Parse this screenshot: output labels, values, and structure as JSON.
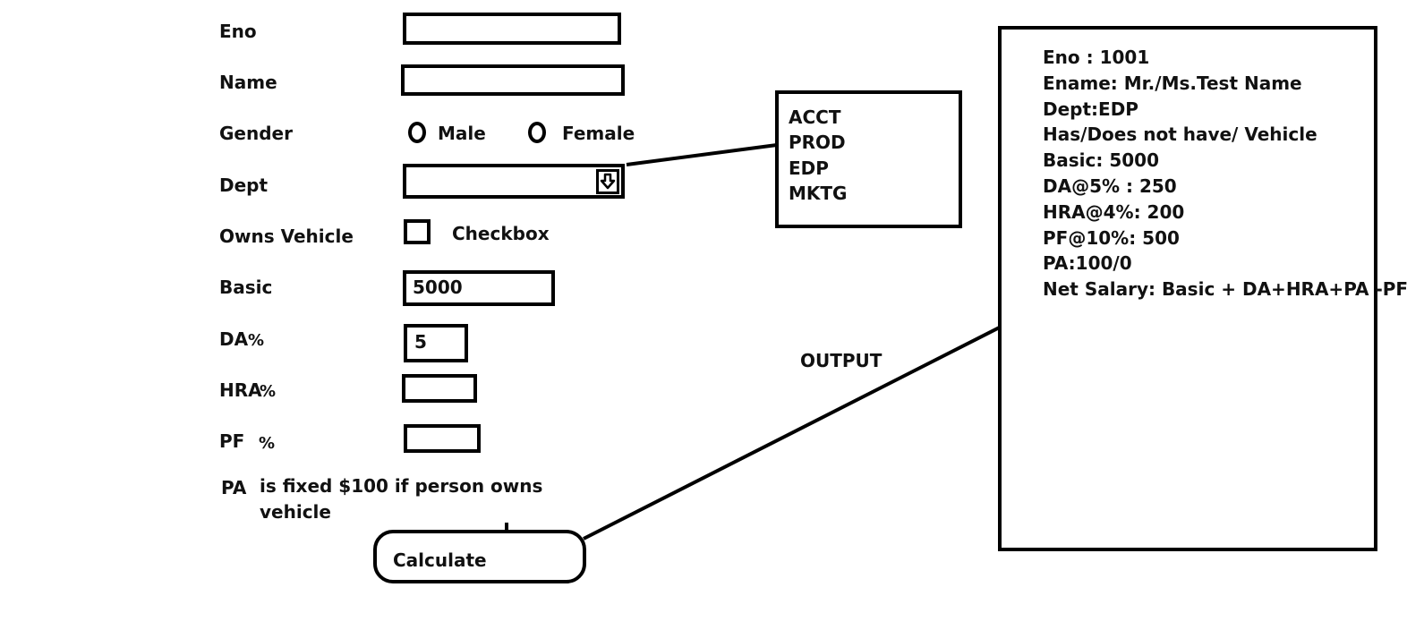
{
  "form": {
    "eno_label": "Eno",
    "name_label": "Name",
    "gender_label": "Gender",
    "gender_options": [
      "Male",
      "Female"
    ],
    "dept_label": "Dept",
    "owns_vehicle_label": "Owns Vehicle",
    "checkbox_label": "Checkbox",
    "basic_label": "Basic",
    "basic_value": "5000",
    "da_label": "DA",
    "da_value": "5",
    "hra_label": "HRA",
    "pf_label": "PF",
    "percent_sign": "%",
    "pa_label": "PA",
    "pa_note_line1": "is fixed $100 if person owns",
    "pa_note_line2": "vehicle",
    "calculate_label": "Calculate"
  },
  "dept_options": [
    "ACCT",
    "PROD",
    "EDP",
    "MKTG"
  ],
  "output_label": "OUTPUT",
  "output_lines": [
    "Eno : 1001",
    "Ename: Mr./Ms.Test Name",
    "Dept:EDP",
    "Has/Does not have/ Vehicle",
    "Basic: 5000",
    "DA@5% : 250",
    "HRA@4%: 200",
    "PF@10%: 500",
    "PA:100/0",
    "Net Salary: Basic + DA+HRA+PA -PF"
  ]
}
